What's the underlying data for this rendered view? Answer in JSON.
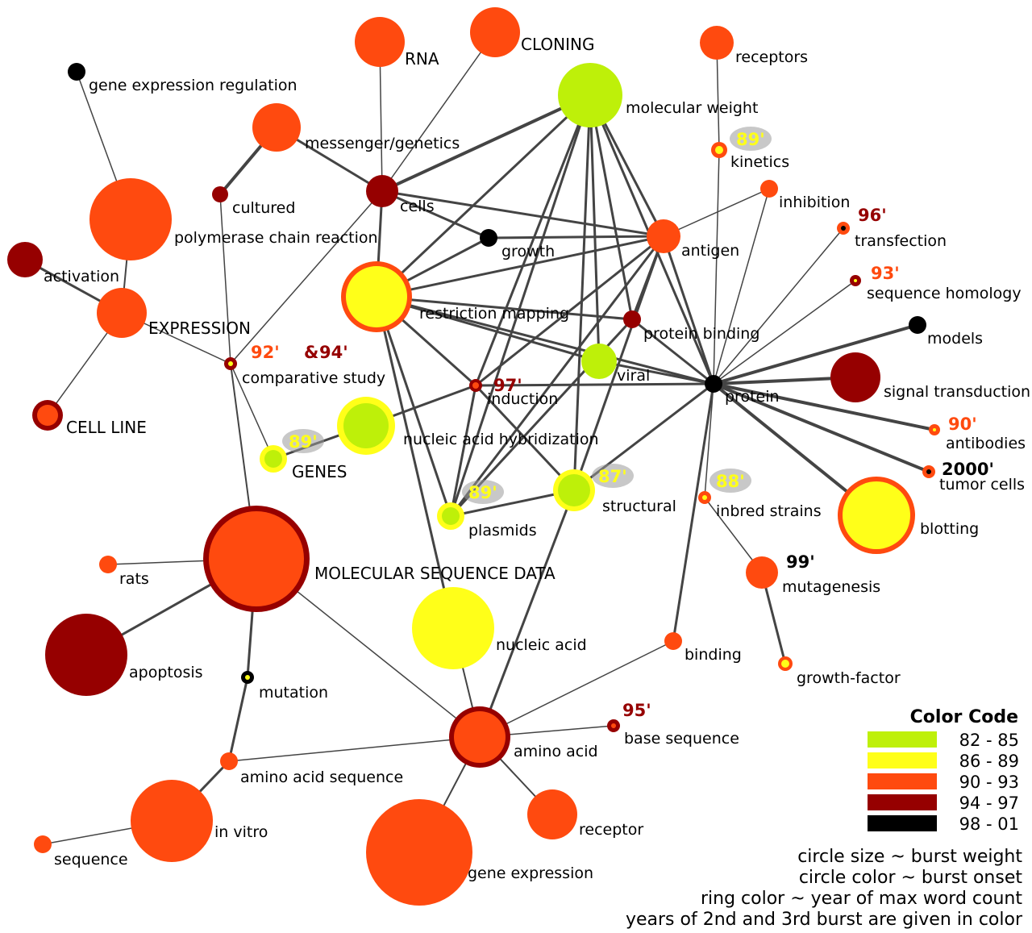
{
  "colors": {
    "green": "#bef009",
    "yellow": "#ffff19",
    "orange": "#ff4a0f",
    "darkred": "#960000",
    "black": "#000000",
    "edge": "#444444"
  },
  "legend": {
    "title": "Color Code",
    "items": [
      {
        "range": "82 - 85",
        "color": "#bef009"
      },
      {
        "range": "86 - 89",
        "color": "#ffff19"
      },
      {
        "range": "90 - 93",
        "color": "#ff4a0f"
      },
      {
        "range": "94 - 97",
        "color": "#960000"
      },
      {
        "range": "98 - 01",
        "color": "#000000"
      }
    ],
    "notes": [
      "circle size ~ burst weight",
      "circle color ~ burst onset",
      "ring color ~ year of max word count",
      "years of 2nd and 3rd burst are given in color"
    ]
  },
  "nodes": [
    {
      "label": "RNA"
    },
    {
      "label": "CLONING"
    },
    {
      "label": "molecular weight"
    },
    {
      "label": "receptors"
    },
    {
      "label": "gene expression regulation"
    },
    {
      "label": "messenger/genetics"
    },
    {
      "label": "kinetics"
    },
    {
      "label": "cells"
    },
    {
      "label": "cultured"
    },
    {
      "label": "inhibition"
    },
    {
      "label": "polymerase chain reaction"
    },
    {
      "label": "growth"
    },
    {
      "label": "antigen"
    },
    {
      "label": "transfection"
    },
    {
      "label": "activation"
    },
    {
      "label": "sequence homology"
    },
    {
      "label": "restriction mapping"
    },
    {
      "label": "protein binding"
    },
    {
      "label": "EXPRESSION"
    },
    {
      "label": "models"
    },
    {
      "label": "comparative study"
    },
    {
      "label": "viral"
    },
    {
      "label": "protein"
    },
    {
      "label": "signal transduction"
    },
    {
      "label": "induction"
    },
    {
      "label": "CELL LINE"
    },
    {
      "label": "nucleic acid hybridization"
    },
    {
      "label": "antibodies"
    },
    {
      "label": "GENES"
    },
    {
      "label": "tumor cells"
    },
    {
      "label": "structural"
    },
    {
      "label": "inbred strains"
    },
    {
      "label": "plasmids"
    },
    {
      "label": "blotting"
    },
    {
      "label": "MOLECULAR SEQUENCE DATA"
    },
    {
      "label": "rats"
    },
    {
      "label": "mutagenesis"
    },
    {
      "label": "nucleic acid"
    },
    {
      "label": "apoptosis"
    },
    {
      "label": "binding"
    },
    {
      "label": "growth-factor"
    },
    {
      "label": "mutation"
    },
    {
      "label": "base sequence"
    },
    {
      "label": "amino acid"
    },
    {
      "label": "amino acid sequence"
    },
    {
      "label": "in vitro"
    },
    {
      "label": "receptor"
    },
    {
      "label": "sequence"
    },
    {
      "label": "gene expression"
    }
  ],
  "year_labels": [
    {
      "text": "89'",
      "color": "#ffff19"
    },
    {
      "text": "96'",
      "color": "#960000"
    },
    {
      "text": "93'",
      "color": "#ff4a0f"
    },
    {
      "text": "92'",
      "color": "#ff4a0f"
    },
    {
      "text": "&",
      "color": "#960000"
    },
    {
      "text": "94'",
      "color": "#960000"
    },
    {
      "text": "97'",
      "color": "#960000"
    },
    {
      "text": "89'",
      "color": "#ffff19"
    },
    {
      "text": "90'",
      "color": "#ff4a0f"
    },
    {
      "text": "2000'",
      "color": "#000000"
    },
    {
      "text": "87'",
      "color": "#ffff19"
    },
    {
      "text": "88'",
      "color": "#ffff19"
    },
    {
      "text": "89'",
      "color": "#ffff19"
    },
    {
      "text": "99'",
      "color": "#000000"
    },
    {
      "text": "95'",
      "color": "#960000"
    }
  ]
}
